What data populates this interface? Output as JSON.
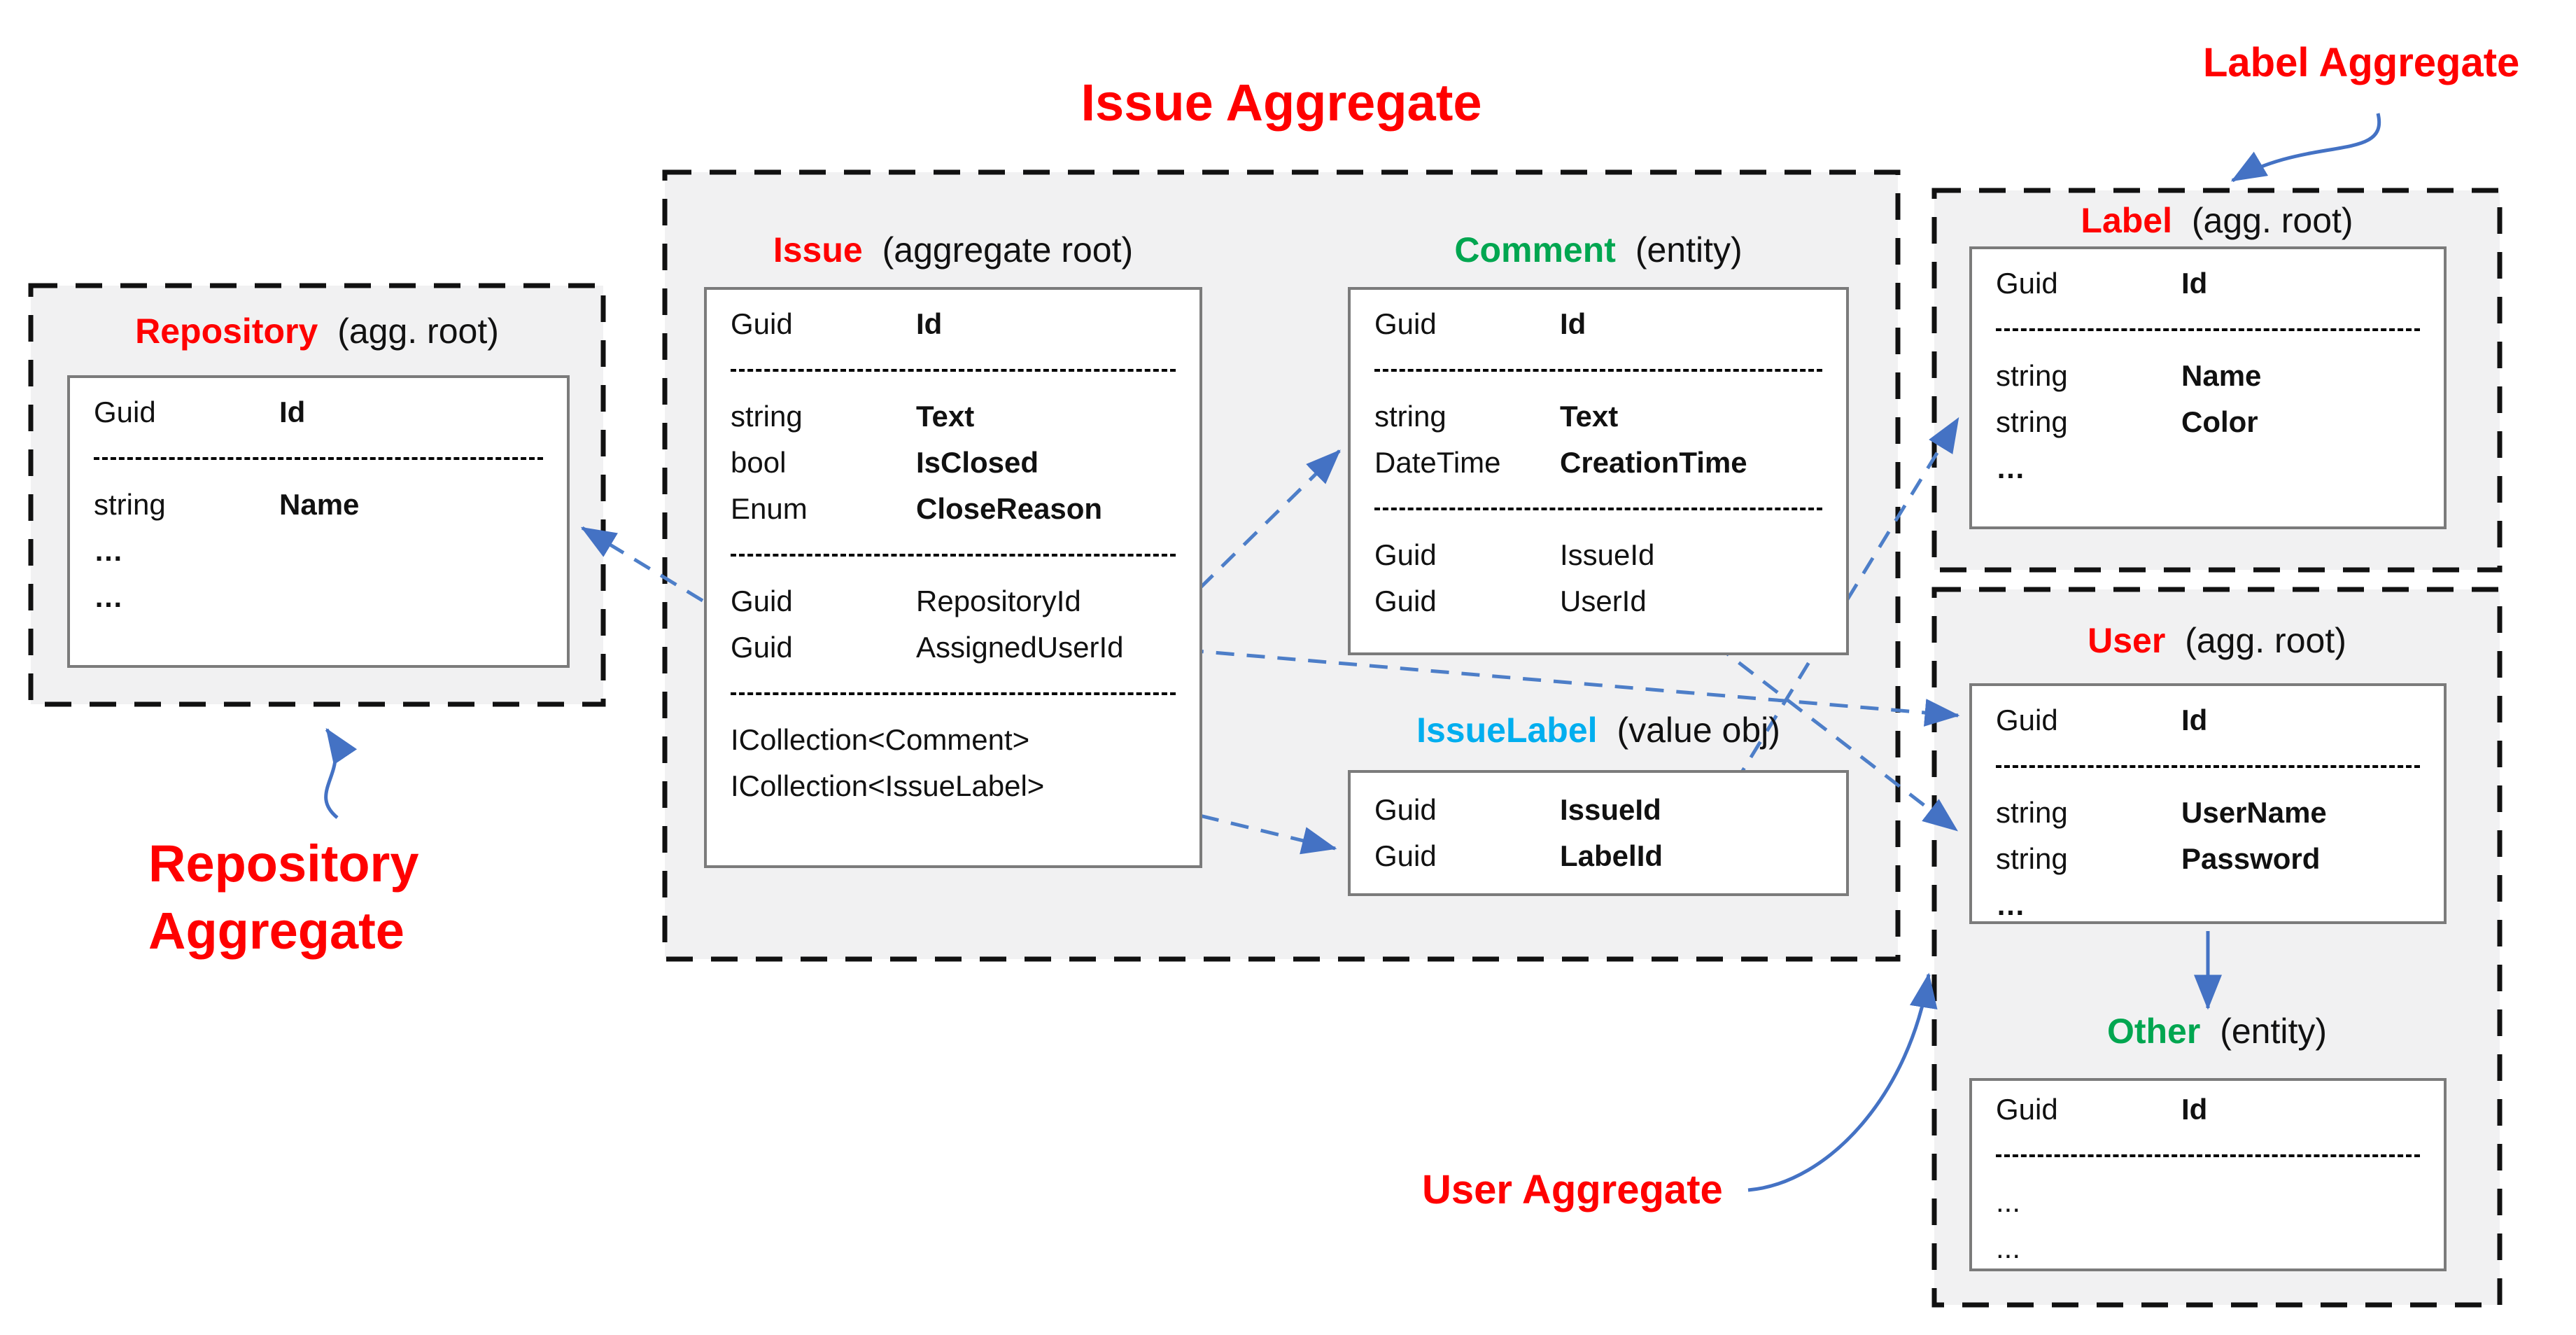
{
  "colors": {
    "red": "#FF0000",
    "green": "#00A650",
    "cyan": "#00AEEF",
    "arrow_blue": "#4472C4",
    "dashed_link_blue": "#4d7ec8",
    "container_bg": "#f1f1f2",
    "container_border": "#111111",
    "box_border": "#7b7b7b"
  },
  "title": "Issue Aggregate",
  "annotations": {
    "repository": "Repository\nAggregate",
    "label": "Label Aggregate",
    "user": "User Aggregate"
  },
  "entities": {
    "repository": {
      "name": "Repository",
      "kind_label": "(agg. root)",
      "fields": [
        {
          "kind": "field",
          "type": "Guid",
          "name": "Id",
          "bold": true
        },
        {
          "kind": "separator"
        },
        {
          "kind": "field",
          "type": "string",
          "name": "Name",
          "bold": true
        },
        {
          "kind": "single",
          "text": "…",
          "bold": true
        },
        {
          "kind": "single",
          "text": "…",
          "bold": true
        }
      ]
    },
    "issue": {
      "name": "Issue",
      "kind_label": "(aggregate root)",
      "fields": [
        {
          "kind": "field",
          "type": "Guid",
          "name": "Id",
          "bold": true
        },
        {
          "kind": "separator"
        },
        {
          "kind": "field",
          "type": "string",
          "name": "Text",
          "bold": true
        },
        {
          "kind": "field",
          "type": "bool",
          "name": "IsClosed",
          "bold": true
        },
        {
          "kind": "field",
          "type": "Enum",
          "name": "CloseReason",
          "bold": true
        },
        {
          "kind": "separator"
        },
        {
          "kind": "field",
          "type": "Guid",
          "name": "RepositoryId",
          "bold": false
        },
        {
          "kind": "field",
          "type": "Guid",
          "name": "AssignedUserId",
          "bold": false
        },
        {
          "kind": "separator"
        },
        {
          "kind": "single",
          "text": "ICollection<Comment>",
          "bold": false
        },
        {
          "kind": "single",
          "text": "ICollection<IssueLabel>",
          "bold": false
        }
      ]
    },
    "comment": {
      "name": "Comment",
      "kind_label": "(entity)",
      "fields": [
        {
          "kind": "field",
          "type": "Guid",
          "name": "Id",
          "bold": true
        },
        {
          "kind": "separator"
        },
        {
          "kind": "field",
          "type": "string",
          "name": "Text",
          "bold": true
        },
        {
          "kind": "field",
          "type": "DateTime",
          "name": "CreationTime",
          "bold": true
        },
        {
          "kind": "separator"
        },
        {
          "kind": "field",
          "type": "Guid",
          "name": "IssueId",
          "bold": false
        },
        {
          "kind": "field",
          "type": "Guid",
          "name": "UserId",
          "bold": false
        }
      ]
    },
    "issuelabel": {
      "name": "IssueLabel",
      "kind_label": "(value obj)",
      "fields": [
        {
          "kind": "field",
          "type": "Guid",
          "name": "IssueId",
          "bold": true
        },
        {
          "kind": "field",
          "type": "Guid",
          "name": "LabelId",
          "bold": true
        }
      ]
    },
    "label": {
      "name": "Label",
      "kind_label": "(agg. root)",
      "fields": [
        {
          "kind": "field",
          "type": "Guid",
          "name": "Id",
          "bold": true
        },
        {
          "kind": "separator"
        },
        {
          "kind": "field",
          "type": "string",
          "name": "Name",
          "bold": true
        },
        {
          "kind": "field",
          "type": "string",
          "name": "Color",
          "bold": true
        },
        {
          "kind": "single",
          "text": "…",
          "bold": true
        }
      ]
    },
    "user": {
      "name": "User",
      "kind_label": "(agg. root)",
      "fields": [
        {
          "kind": "field",
          "type": "Guid",
          "name": "Id",
          "bold": true
        },
        {
          "kind": "separator"
        },
        {
          "kind": "field",
          "type": "string",
          "name": "UserName",
          "bold": true
        },
        {
          "kind": "field",
          "type": "string",
          "name": "Password",
          "bold": true
        },
        {
          "kind": "single",
          "text": "…",
          "bold": true
        }
      ]
    },
    "other": {
      "name": "Other",
      "kind_label": "(entity)",
      "fields": [
        {
          "kind": "field",
          "type": "Guid",
          "name": "Id",
          "bold": true
        },
        {
          "kind": "separator"
        },
        {
          "kind": "single",
          "text": "...",
          "bold": false
        },
        {
          "kind": "single",
          "text": "...",
          "bold": false
        }
      ]
    }
  },
  "relations": [
    {
      "from": "Issue.RepositoryId",
      "to": "Repository",
      "style": "dashed"
    },
    {
      "from": "Issue.ICollection<Comment>",
      "to": "Comment",
      "style": "dashed"
    },
    {
      "from": "Issue.ICollection<IssueLabel>",
      "to": "IssueLabel",
      "style": "dashed"
    },
    {
      "from": "Issue.AssignedUserId",
      "to": "User.Id",
      "style": "dashed"
    },
    {
      "from": "Comment.UserId",
      "to": "User",
      "style": "dashed"
    },
    {
      "from": "IssueLabel.LabelId",
      "to": "Label",
      "style": "dashed"
    },
    {
      "from": "User",
      "to": "Other",
      "style": "solid"
    },
    {
      "from": "Label Aggregate annotation",
      "to": "Label aggregate container",
      "style": "solid-curved"
    },
    {
      "from": "Repository Aggregate annotation",
      "to": "Repository aggregate container",
      "style": "solid-curved"
    },
    {
      "from": "User Aggregate annotation",
      "to": "User aggregate container",
      "style": "solid-curved"
    }
  ]
}
